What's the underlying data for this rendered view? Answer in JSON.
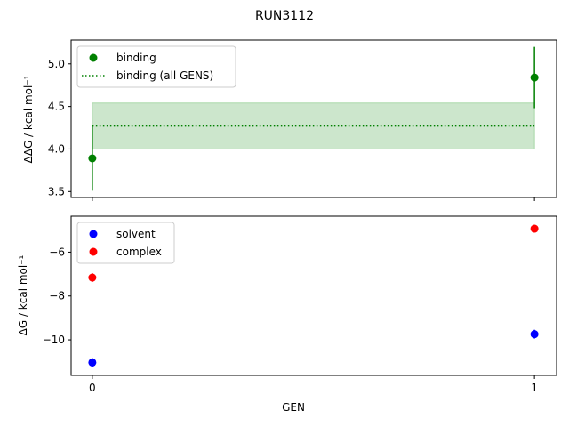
{
  "chart_data": [
    {
      "type": "scatter",
      "title": "RUN3112",
      "xlabel": "",
      "ylabel": "ΔΔG / kcal mol⁻¹",
      "ylim": [
        3.43,
        5.28
      ],
      "xlim": [
        -0.048,
        1.05
      ],
      "yticks": [
        "3.5",
        "4.0",
        "4.5",
        "5.0"
      ],
      "ytick_values": [
        3.5,
        4.0,
        4.5,
        5.0
      ],
      "xtick_values": [
        0,
        1
      ],
      "grid": false,
      "legend_placement": "upper-left",
      "series": [
        {
          "name": "binding",
          "color": "#008000",
          "x": [
            0,
            1
          ],
          "y": [
            3.89,
            4.84
          ],
          "yerr": [
            0.38,
            0.36
          ]
        }
      ],
      "reference": {
        "name": "binding (all GENS)",
        "color": "#008000",
        "value": 4.27,
        "band": [
          4.0,
          4.54
        ],
        "band_color": "#cce6cc"
      }
    },
    {
      "type": "scatter",
      "xlabel": "GEN",
      "ylabel": "ΔG / kcal mol⁻¹",
      "ylim": [
        -11.62,
        -4.36
      ],
      "xlim": [
        -0.048,
        1.05
      ],
      "yticks": [
        "−10",
        "−8",
        "−6"
      ],
      "ytick_values": [
        -10,
        -8,
        -6
      ],
      "xticks": [
        "0",
        "1"
      ],
      "xtick_values": [
        0,
        1
      ],
      "grid": false,
      "legend_placement": "upper-left",
      "series": [
        {
          "name": "solvent",
          "color": "#0000ff",
          "x": [
            0,
            1
          ],
          "y": [
            -11.03,
            -9.74
          ],
          "yerr": [
            0.2,
            0.2
          ]
        },
        {
          "name": "complex",
          "color": "#ff0000",
          "x": [
            0,
            1
          ],
          "y": [
            -7.16,
            -4.93
          ],
          "yerr": [
            0.2,
            0.17
          ]
        }
      ]
    }
  ]
}
